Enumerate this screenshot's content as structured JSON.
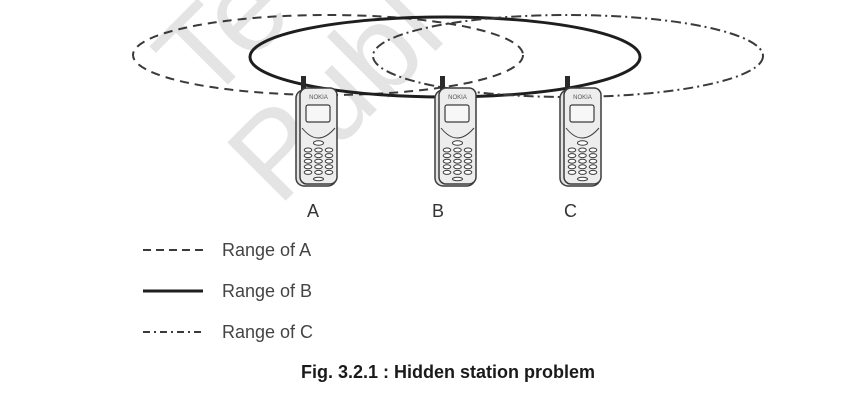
{
  "diagram": {
    "title": "Hidden station problem",
    "watermark": [
      "Te",
      "Publ"
    ],
    "stations": [
      {
        "id": "A",
        "label": "A",
        "brand": "NOKIA"
      },
      {
        "id": "B",
        "label": "B",
        "brand": "NOKIA"
      },
      {
        "id": "C",
        "label": "C",
        "brand": "NOKIA"
      }
    ],
    "ranges": [
      {
        "station": "A",
        "style": "dashed"
      },
      {
        "station": "B",
        "style": "solid"
      },
      {
        "station": "C",
        "style": "dash-dot"
      }
    ],
    "legend": [
      {
        "style": "dashed",
        "label": "Range of A"
      },
      {
        "style": "solid",
        "label": "Range of B"
      },
      {
        "style": "dash-dot",
        "label": "Range of C"
      }
    ],
    "caption": "Fig. 3.2.1 : Hidden station problem",
    "colors": {
      "line": "#3a3a3a",
      "phone_body": "#ededed",
      "phone_outline": "#3c3c3c",
      "watermark": "#e4e4e4"
    }
  }
}
